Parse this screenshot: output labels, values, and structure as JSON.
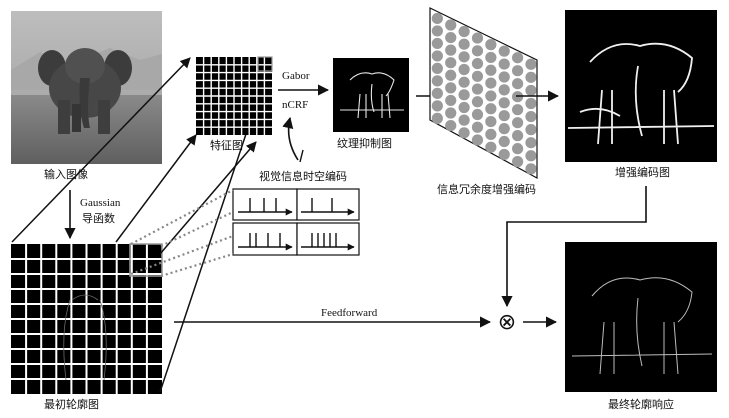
{
  "labels": {
    "input_image": "输入图像",
    "feature_map": "特征图",
    "gabor": "Gabor",
    "ncrf": "nCRF",
    "texture_suppression_map": "纹理抑制图",
    "redundancy_coding": "信息冗余度增强编码",
    "enhanced_coding_map": "增强编码图",
    "spatiotemporal_coding": "视觉信息时空编码",
    "gaussian": "Gaussian",
    "derivative": "导函数",
    "initial_contour_map": "最初轮廓图",
    "feedforward": "Feedforward",
    "final_contour_response": "最终轮廓响应"
  },
  "symbols": {
    "combine": "⊗"
  },
  "colors": {
    "stroke": "#111111",
    "background": "#ffffff",
    "dot_fill": "#9a9a9a",
    "dotted_link": "#888888",
    "map_background": "#000000"
  },
  "icons": [
    "elephant-photo",
    "grid-map",
    "dot-grid-plate",
    "spike-train"
  ]
}
